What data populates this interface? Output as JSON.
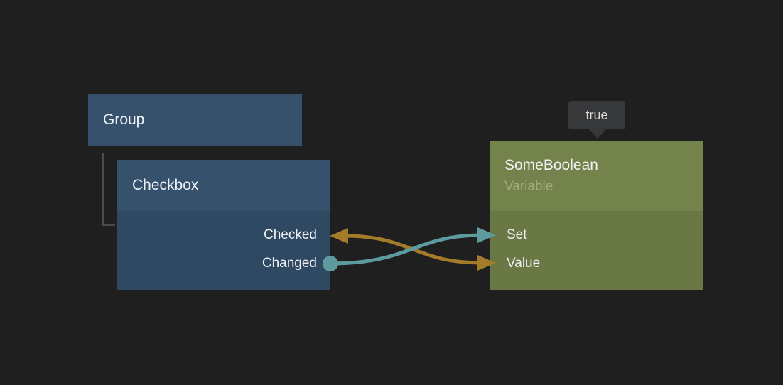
{
  "colors": {
    "background": "#1f1f20",
    "node_blue_header": "#36516c",
    "node_blue_body": "#2f4963",
    "node_green_header": "#74824c",
    "node_green_body": "#6a7846",
    "wire_event": "#5d9b9e",
    "wire_binding": "#a47b2b",
    "hierarchy_line": "#4b4c4d",
    "tooltip_bg": "#37383a"
  },
  "graph": {
    "group": {
      "title": "Group"
    },
    "checkbox": {
      "title": "Checkbox",
      "ports": [
        {
          "label": "Checked"
        },
        {
          "label": "Changed"
        }
      ]
    },
    "variable": {
      "title": "SomeBoolean",
      "subtitle": "Variable",
      "tooltip": "true",
      "ports": [
        {
          "label": "Set"
        },
        {
          "label": "Value"
        }
      ]
    }
  }
}
